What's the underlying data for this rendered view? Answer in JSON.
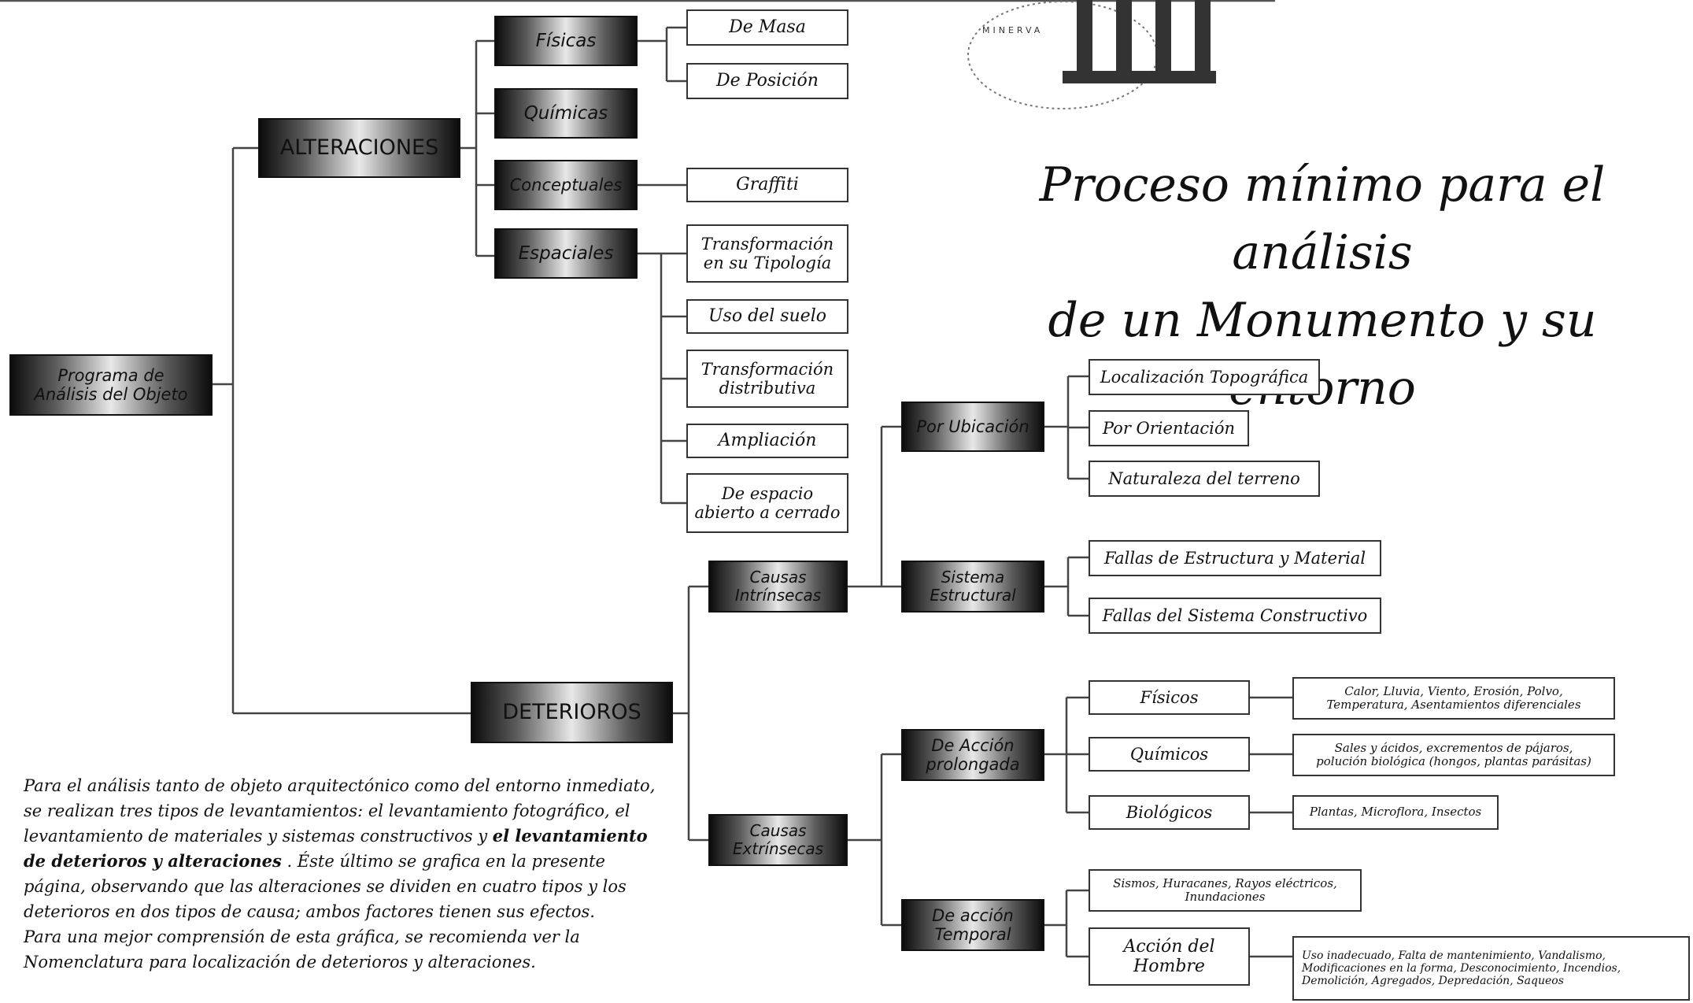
{
  "logo": {
    "text": "MINERVA"
  },
  "title": {
    "line1": "Proceso mínimo para el análisis",
    "line2": "de un Monumento y su entorno"
  },
  "nodes": {
    "root": [
      "Programa de",
      "Análisis del Objeto"
    ],
    "alteraciones": "ALTERACIONES",
    "fisicas": "Físicas",
    "quimicas": "Químicas",
    "conceptuales": "Conceptuales",
    "espaciales": "Espaciales",
    "de_masa": "De Masa",
    "de_posicion": "De Posición",
    "graffiti": "Graffiti",
    "transf_tipologia": [
      "Transformación",
      "en su Tipología"
    ],
    "uso_suelo": "Uso del suelo",
    "transf_distributiva": [
      "Transformación",
      "distributiva"
    ],
    "ampliacion": "Ampliación",
    "espacio_abierto": [
      "De espacio",
      "abierto a cerrado"
    ],
    "deterioros": "DETERIOROS",
    "causas_intrinsecas": [
      "Causas",
      "Intrínsecas"
    ],
    "causas_extrinsecas": [
      "Causas",
      "Extrínsecas"
    ],
    "por_ubicacion": "Por Ubicación",
    "sistema_estructural": [
      "Sistema",
      "Estructural"
    ],
    "localizacion_topografica": "Localización Topográfica",
    "por_orientacion": "Por Orientación",
    "naturaleza_terreno": "Naturaleza del terreno",
    "fallas_estructura": "Fallas de Estructura y Material",
    "fallas_sistema": "Fallas del Sistema Constructivo",
    "accion_prolongada": [
      "De Acción",
      "prolongada"
    ],
    "accion_temporal": [
      "De acción",
      "Temporal"
    ],
    "fisicos": "Físicos",
    "quimicos": "Químicos",
    "biologicos": "Biológicos",
    "fisicos_detalle": [
      "Calor, Lluvia, Viento, Erosión, Polvo,",
      "Temperatura, Asentamientos diferenciales"
    ],
    "quimicos_detalle": [
      "Sales y ácidos, excrementos de pájaros,",
      "polución biológica (hongos, plantas parásitas)"
    ],
    "biologicos_detalle": "Plantas, Microflora, Insectos",
    "sismos": [
      "Sismos, Huracanes, Rayos eléctricos,",
      "Inundaciones"
    ],
    "accion_hombre": [
      "Acción del",
      "Hombre"
    ],
    "accion_hombre_detalle": [
      "Uso inadecuado, Falta de mantenimiento, Vandalismo,",
      "Modificaciones en la forma, Desconocimiento, Incendios,",
      "Demolición, Agregados, Depredación, Saqueos"
    ]
  },
  "paragraph": {
    "l1": "Para el análisis tanto de objeto arquitectónico como del entorno inmediato,",
    "l2": "se realizan tres tipos de levantamientos: el levantamiento fotográfico, el",
    "l3a": "levantamiento de materiales y sistemas constructivos y ",
    "l3b": "el levantamiento",
    "l4a": "de deterioros y alteraciones",
    "l4b": "  .  Éste último se grafica en la presente",
    "l5": "página, observando que las alteraciones se dividen en cuatro tipos y los",
    "l6": "deterioros en dos tipos de causa; ambos factores tienen sus efectos.",
    "l7": "Para una mejor comprensión de esta gráfica, se recomienda ver la",
    "l8": "Nomenclatura para localización de deterioros y alteraciones."
  }
}
